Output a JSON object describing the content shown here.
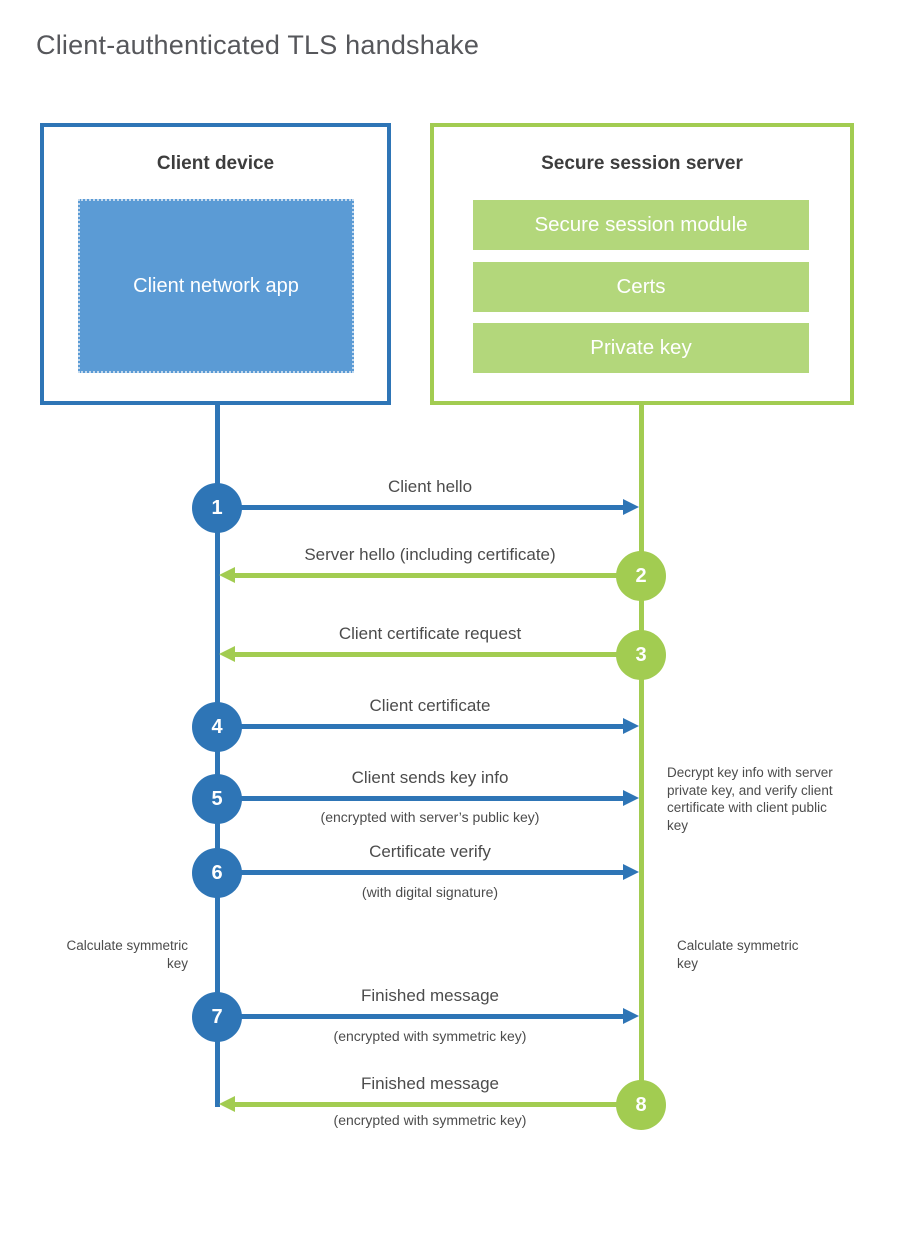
{
  "title": "Client-authenticated TLS handshake",
  "colors": {
    "blue": "#2e75b6",
    "blue_light": "#5b9bd5",
    "green": "#a2cc51",
    "green_light": "#b3d77b",
    "heading_text": "#3d3d3d",
    "label_text": "#4c4c4c",
    "title_text": "#56575b"
  },
  "client": {
    "title": "Client device",
    "app_label": "Client network app"
  },
  "server": {
    "title": "Secure session server",
    "modules": [
      "Secure session module",
      "Certs",
      "Private key"
    ]
  },
  "messages": [
    {
      "num": "1",
      "label": "Client hello",
      "sublabel": "",
      "direction": "right",
      "from": "client"
    },
    {
      "num": "2",
      "label": "Server hello (including certificate)",
      "sublabel": "",
      "direction": "left",
      "from": "server"
    },
    {
      "num": "3",
      "label": "Client certificate request",
      "sublabel": "",
      "direction": "left",
      "from": "server"
    },
    {
      "num": "4",
      "label": "Client certificate",
      "sublabel": "",
      "direction": "right",
      "from": "client"
    },
    {
      "num": "5",
      "label": "Client sends key info",
      "sublabel": "(encrypted with server’s public key)",
      "direction": "right",
      "from": "client"
    },
    {
      "num": "6",
      "label": "Certificate verify",
      "sublabel": "(with digital signature)",
      "direction": "right",
      "from": "client"
    },
    {
      "num": "7",
      "label": "Finished message",
      "sublabel": "(encrypted with symmetric key)",
      "direction": "right",
      "from": "client"
    },
    {
      "num": "8",
      "label": "Finished message",
      "sublabel": "(encrypted with symmetric key)",
      "direction": "left",
      "from": "server"
    }
  ],
  "notes": {
    "decrypt": "Decrypt key info with server private key, and verify client certificate with client public key",
    "calc_left": "Calculate symmetric key",
    "calc_right": "Calculate symmetric key"
  }
}
